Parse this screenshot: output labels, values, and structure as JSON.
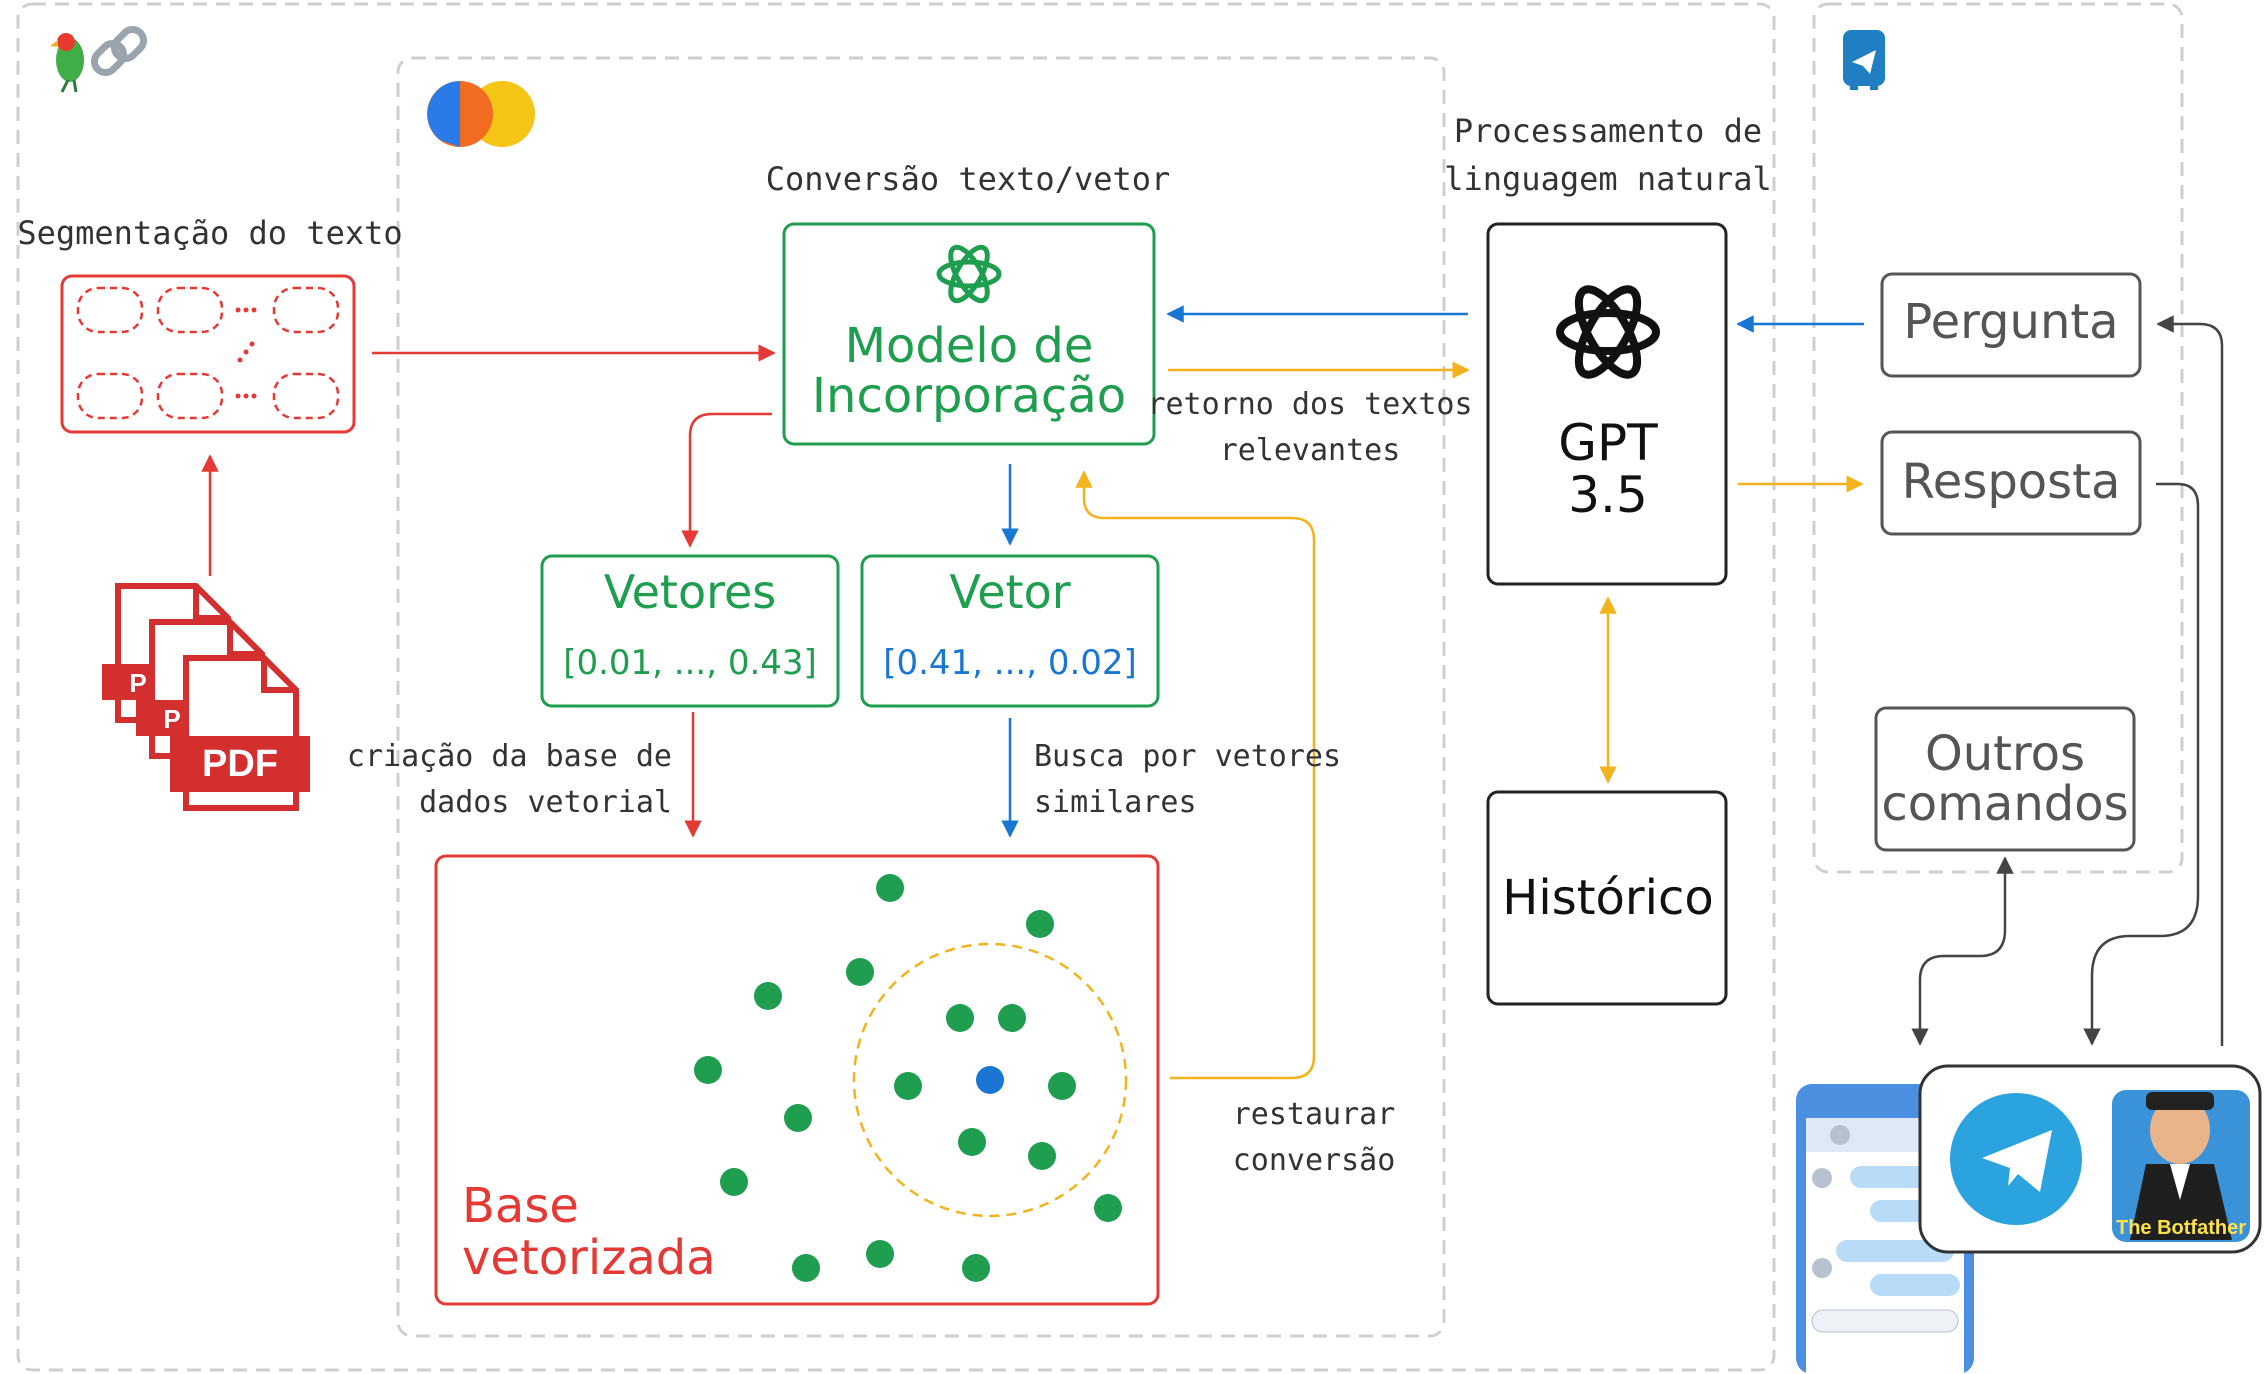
{
  "labels": {
    "segmentation_title": "Segmentação do texto",
    "conversion_title": "Conversão texto/vetor",
    "nlp_title_line1": "Processamento de",
    "nlp_title_line2": "linguagem natural",
    "return_texts_line1": "retorno dos textos",
    "return_texts_line2": "relevantes",
    "create_db_line1": "criação da base de",
    "create_db_line2": "dados vetorial",
    "search_line1": "Busca por vetores",
    "search_line2": "similares",
    "restore_line1": "restaurar",
    "restore_line2": "conversão"
  },
  "embedding_model": {
    "line1": "Modelo de",
    "line2": "Incorporação"
  },
  "vectors_box": {
    "title": "Vetores",
    "value": "[0.01, ..., 0.43]"
  },
  "vector_box": {
    "title": "Vetor",
    "value": "[0.41, ..., 0.02]"
  },
  "vector_db": {
    "line1": "Base",
    "line2": "vetorizada"
  },
  "gpt": {
    "line1": "GPT",
    "line2": "3.5"
  },
  "history": {
    "label": "Histórico"
  },
  "telegram": {
    "question": "Pergunta",
    "answer": "Resposta",
    "other_line1": "Outros",
    "other_line2": "comandos",
    "botfather": "The Botfather"
  },
  "pdf_label": "PDF",
  "colors": {
    "red": "#e53935",
    "green": "#1e9e4e",
    "blue": "#1976d2",
    "orange": "#f2b31e",
    "dark": "#222222",
    "dashed": "#cfcfcf",
    "telegram": "#2aa3de"
  },
  "icons": [
    "parrot-link-icon",
    "colab-logo-icon",
    "openai-icon",
    "telegram-bot-icon",
    "pdf-icon",
    "phone-chat-icon",
    "telegram-logo-icon",
    "botfather-icon"
  ]
}
